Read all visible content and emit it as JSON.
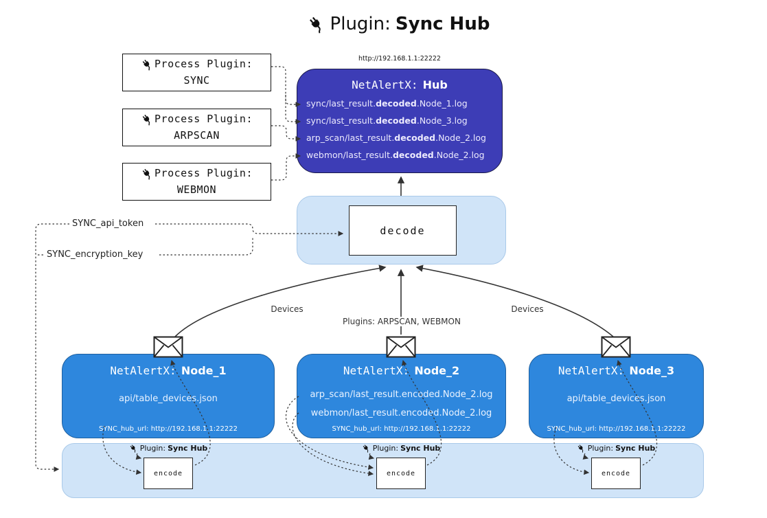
{
  "title": {
    "icon": "plug-icon",
    "prefix": "Plugin:",
    "bold": "Sync Hub"
  },
  "process_plugins": [
    {
      "label": "Process Plugin:",
      "name": "SYNC"
    },
    {
      "label": "Process Plugin:",
      "name": "ARPSCAN"
    },
    {
      "label": "Process Plugin:",
      "name": "WEBMON"
    }
  ],
  "hub": {
    "url": "http://192.168.1.1:22222",
    "title_prefix": "NetAlertX:",
    "title_bold": "Hub",
    "logs": [
      {
        "pre": "sync/last_result.",
        "bold": "decoded",
        "post": ".Node_1.log"
      },
      {
        "pre": "sync/last_result.",
        "bold": "decoded",
        "post": ".Node_3.log"
      },
      {
        "pre": "arp_scan/last_result.",
        "bold": "decoded",
        "post": ".Node_2.log"
      },
      {
        "pre": "webmon/last_result.",
        "bold": "decoded",
        "post": ".Node_2.log"
      }
    ]
  },
  "decode_box": {
    "label": "decode"
  },
  "settings": {
    "api_token": "SYNC_api_token",
    "encryption_key": "SYNC_encryption_key"
  },
  "edge_labels": {
    "devices_left": "Devices",
    "plugins_center": "Plugins: ARPSCAN, WEBMON",
    "devices_right": "Devices"
  },
  "nodes": [
    {
      "title_prefix": "NetAlertX:",
      "title_bold": "Node_1",
      "files": [
        "api/table_devices.json"
      ],
      "hub_url": "SYNC_hub_url: http://192.168.1.1:22222"
    },
    {
      "title_prefix": "NetAlertX:",
      "title_bold": "Node_2",
      "files": [
        "arp_scan/last_result.encoded.Node_2.log",
        "webmon/last_result.encoded.Node_2.log"
      ],
      "hub_url": "SYNC_hub_url: http://192.168.1.1:22222"
    },
    {
      "title_prefix": "NetAlertX:",
      "title_bold": "Node_3",
      "files": [
        "api/table_devices.json"
      ],
      "hub_url": "SYNC_hub_url: http://192.168.1.1:22222"
    }
  ],
  "encoders": [
    {
      "label_prefix": "Plugin:",
      "label_bold": "Sync Hub",
      "box_label": "encode"
    },
    {
      "label_prefix": "Plugin:",
      "label_bold": "Sync Hub",
      "box_label": "encode"
    },
    {
      "label_prefix": "Plugin:",
      "label_bold": "Sync Hub",
      "box_label": "encode"
    }
  ],
  "colors": {
    "hub_bg": "#3d3db6",
    "node_bg": "#2e87dd",
    "container_bg": "#d0e4f8",
    "line": "#333333",
    "text_on_dark": "#ffffff"
  }
}
